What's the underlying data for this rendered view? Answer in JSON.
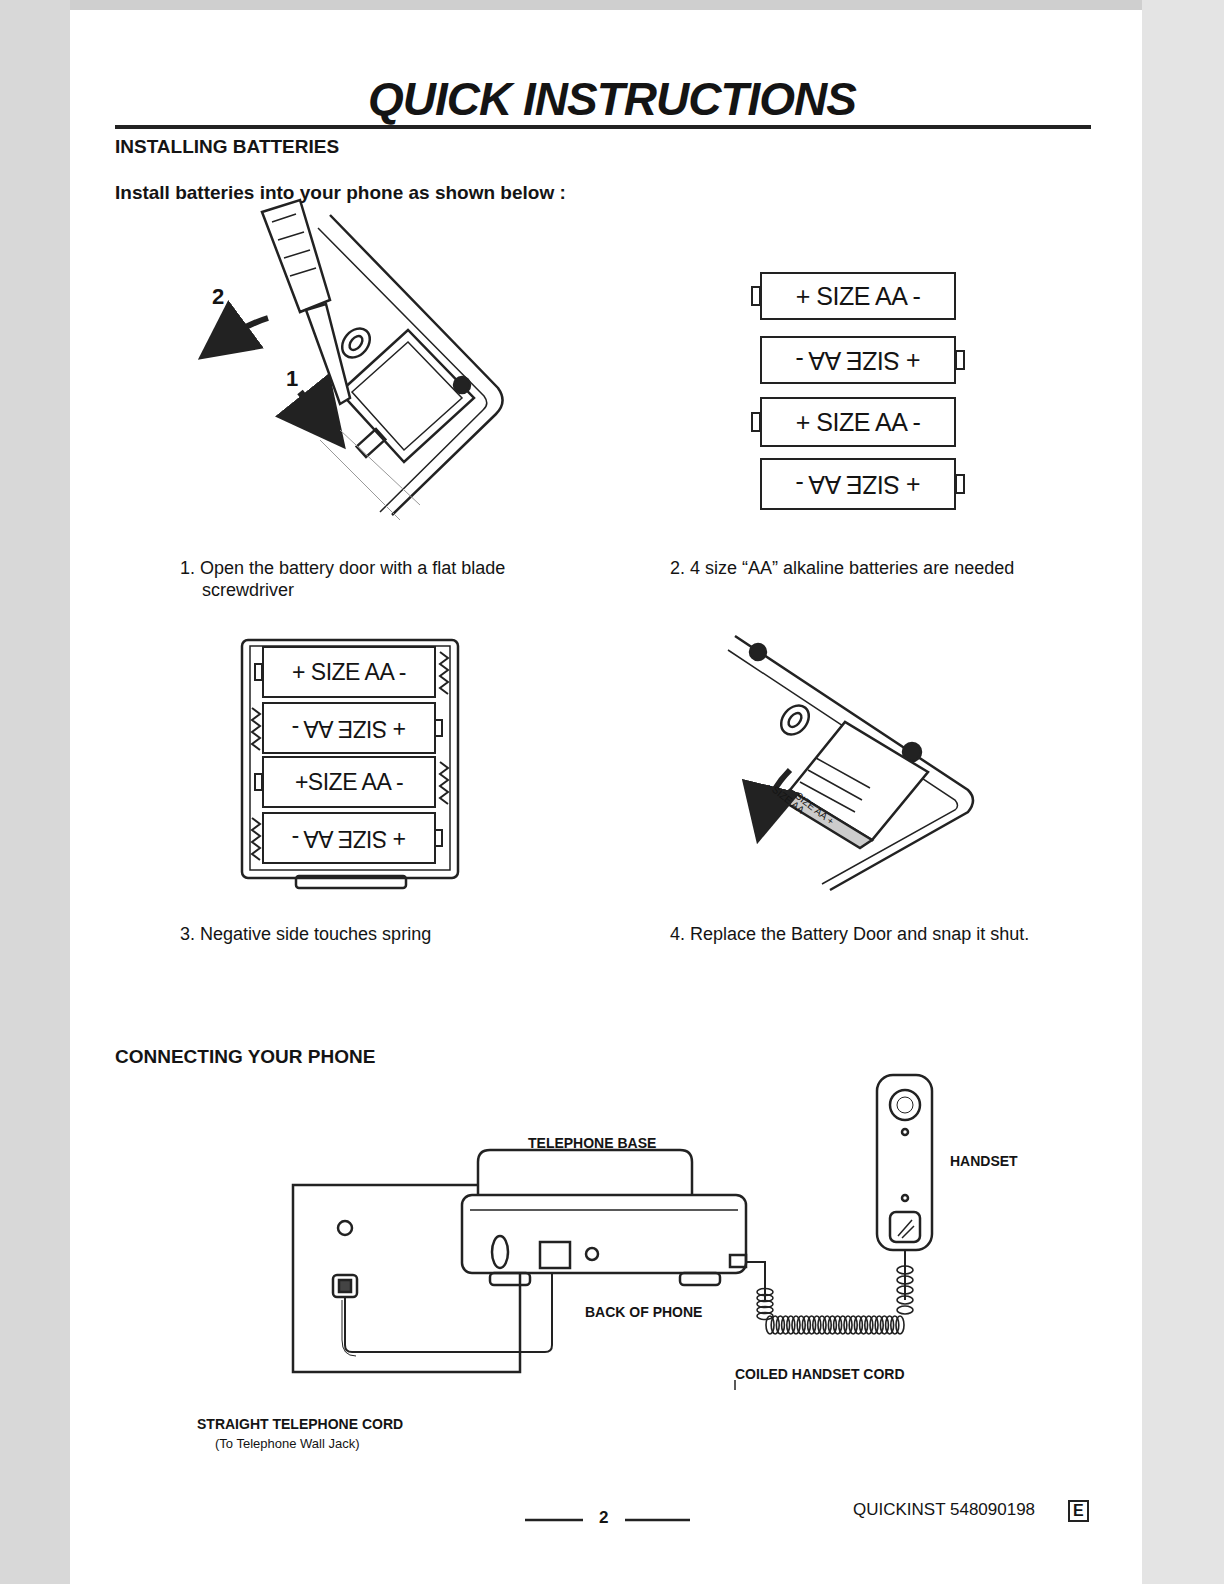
{
  "diagram": {
    "title": "QUICK INSTRUCTIONS",
    "nodes": [
      {
        "text": [
          "+ SIZE AA -"
        ]
      },
      {
        "text": [
          "+ SIZE AA -"
        ]
      },
      {
        "text": [
          "+ SIZE AA -"
        ]
      },
      {
        "text": [
          "+ SIZE AA -"
        ]
      },
      {
        "text": [
          "+ SIZE AA -"
        ]
      },
      {
        "text": [
          "+ SIZE AA -"
        ]
      },
      {
        "text": [
          "+SIZE AA -"
        ]
      },
      {
        "text": [
          "+ SIZE AA -"
        ]
      }
    ],
    "labels": [
      "INSTALLING BATTERIES",
      "Install batteries into your phone as shown below :",
      "2",
      "1",
      "1. Open the battery door with a flat blade screwdriver",
      "2. 4 size “AA” alkaline batteries are needed",
      "SIZE AA +",
      "- SIZE AA",
      "3. Negative side touches spring",
      "4. Replace the Battery Door and snap it shut.",
      "CONNECTING YOUR PHONE",
      "TELEPHONE BASE",
      "HANDSET",
      "BACK OF PHONE",
      "COILED HANDSET CORD",
      "STRAIGHT TELEPHONE CORD",
      "(To Telephone Wall Jack)",
      "2",
      "QUICKINST 548090198",
      "E"
    ]
  }
}
